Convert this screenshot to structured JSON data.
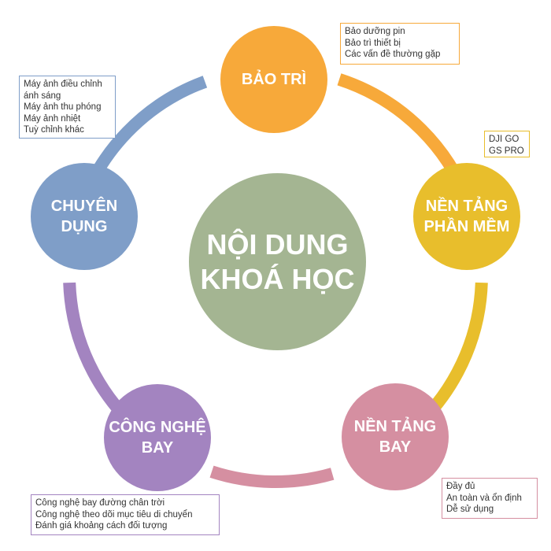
{
  "center": {
    "lines": [
      "NỘI DUNG",
      "KHOÁ HỌC"
    ],
    "color": "#a4b592"
  },
  "nodes": {
    "bao_tri": {
      "lines": [
        "BẢO TRÌ"
      ],
      "color": "#f7a93a"
    },
    "nen_tang_phan_mem": {
      "lines": [
        "NỀN TẢNG",
        "PHẦN MỀM"
      ],
      "color": "#e8be2c"
    },
    "nen_tang_bay": {
      "lines": [
        "NỀN TẢNG",
        "BAY"
      ],
      "color": "#d58fa1"
    },
    "cong_nghe_bay": {
      "lines": [
        "CÔNG NGHỆ",
        "BAY"
      ],
      "color": "#a384c0"
    },
    "chuyen_dung": {
      "lines": [
        "CHUYÊN",
        "DỤNG"
      ],
      "color": "#7f9ec8"
    }
  },
  "boxes": {
    "bao_tri": {
      "items": [
        "Bảo dưỡng pin",
        "Bảo trì thiết bị",
        "Các vấn đề thường gặp"
      ],
      "border": "#f7a93a"
    },
    "nen_tang_phan_mem": {
      "items": [
        "DJI GO",
        "GS PRO"
      ],
      "border": "#e8be2c"
    },
    "nen_tang_bay": {
      "items": [
        "Đầy đủ",
        "An toàn và ổn định",
        "Dễ sử dụng"
      ],
      "border": "#d58fa1"
    },
    "cong_nghe_bay": {
      "items": [
        "Công nghệ bay đường chân trời",
        "Công nghệ theo dõi mục tiêu di chuyển",
        "Đánh giá khoảng cách đối tượng"
      ],
      "border": "#a384c0"
    },
    "chuyen_dung": {
      "items": [
        "Máy ảnh điều chỉnh",
        "ánh sáng",
        "Máy ảnh thu phóng",
        "Máy ảnh nhiệt",
        "Tuỳ chỉnh khác"
      ],
      "border": "#7f9ec8"
    }
  },
  "arc_colors": [
    "#f7a93a",
    "#e8be2c",
    "#d58fa1",
    "#a384c0",
    "#7f9ec8"
  ]
}
